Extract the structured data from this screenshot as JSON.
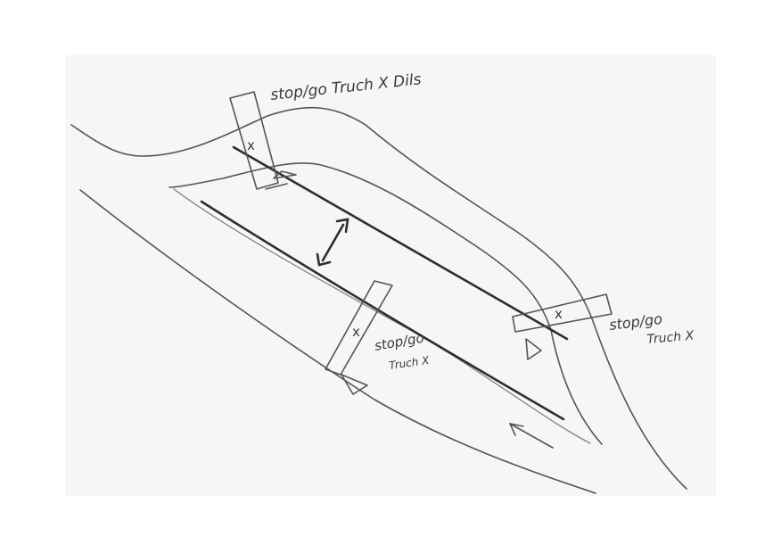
{
  "annotations": {
    "top": "stop/go Truch X Dils",
    "right_line1": "stop/go",
    "right_line2": "Truch X",
    "middle_line1": "stop/go",
    "middle_line2": "Truch X"
  },
  "marks": {
    "x": "x"
  },
  "colors": {
    "paper": "#f6f6f6",
    "pencil": "#555555",
    "pencil_dark": "#2e2e2e"
  },
  "icons": {
    "double_arrow": "double-arrow-icon",
    "direction_arrow": "direction-arrow-icon",
    "warning_triangle": "triangle-icon"
  }
}
